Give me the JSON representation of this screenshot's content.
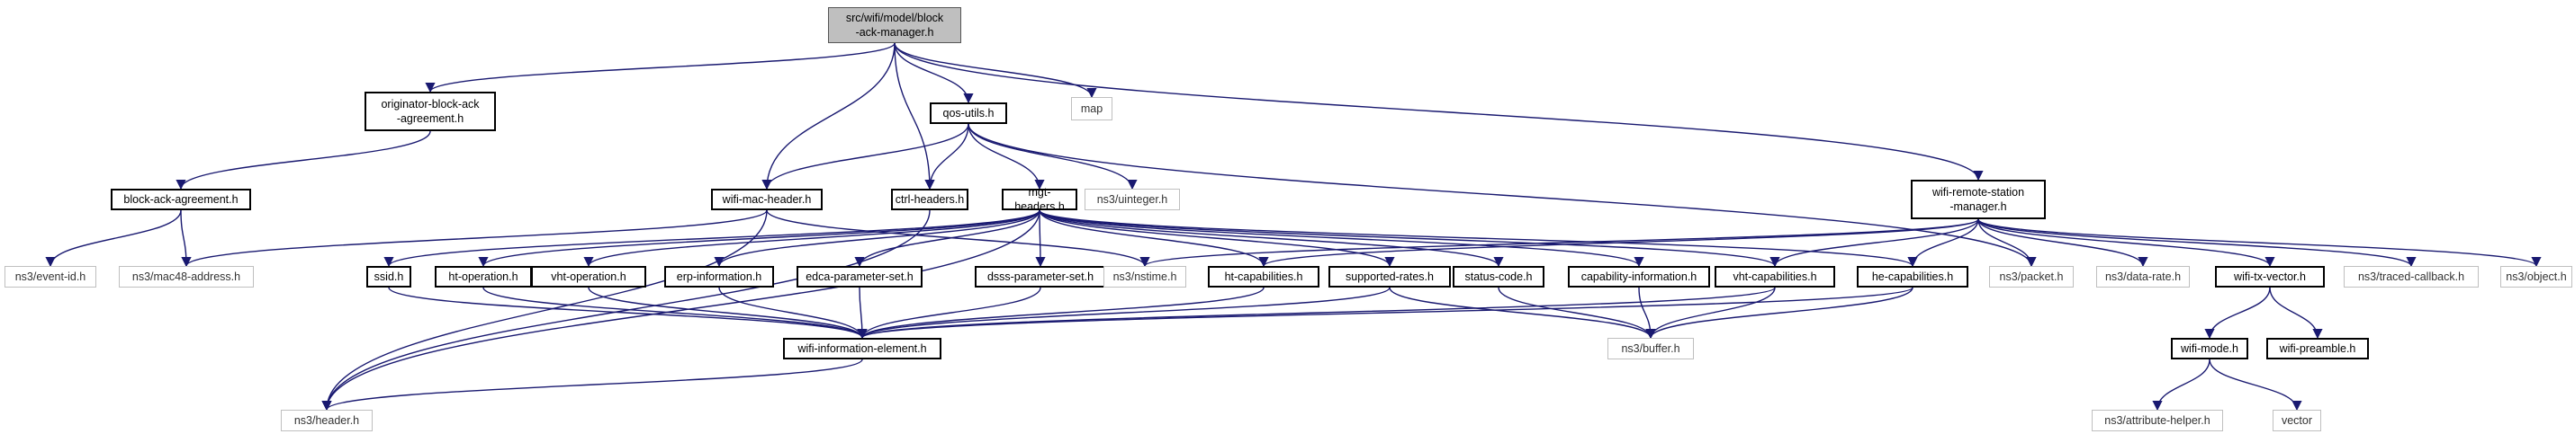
{
  "nodes": [
    {
      "id": "root",
      "label": "src/wifi/model/block\n-ack-manager.h",
      "kind": "root"
    },
    {
      "id": "obaa",
      "label": "originator-block-ack\n-agreement.h",
      "kind": "main"
    },
    {
      "id": "map",
      "label": "map",
      "kind": "ext"
    },
    {
      "id": "qos",
      "label": "qos-utils.h",
      "kind": "main"
    },
    {
      "id": "wrsm",
      "label": "wifi-remote-station\n-manager.h",
      "kind": "main"
    },
    {
      "id": "baa",
      "label": "block-ack-agreement.h",
      "kind": "main"
    },
    {
      "id": "wmh",
      "label": "wifi-mac-header.h",
      "kind": "main"
    },
    {
      "id": "ctrl",
      "label": "ctrl-headers.h",
      "kind": "main"
    },
    {
      "id": "mgt",
      "label": "mgt-headers.h",
      "kind": "main"
    },
    {
      "id": "uint",
      "label": "ns3/uinteger.h",
      "kind": "ext"
    },
    {
      "id": "eid",
      "label": "ns3/event-id.h",
      "kind": "ext"
    },
    {
      "id": "mac48",
      "label": "ns3/mac48-address.h",
      "kind": "ext"
    },
    {
      "id": "ssid",
      "label": "ssid.h",
      "kind": "main"
    },
    {
      "id": "htop",
      "label": "ht-operation.h",
      "kind": "main"
    },
    {
      "id": "vhtop",
      "label": "vht-operation.h",
      "kind": "main"
    },
    {
      "id": "erp",
      "label": "erp-information.h",
      "kind": "main"
    },
    {
      "id": "edca",
      "label": "edca-parameter-set.h",
      "kind": "main"
    },
    {
      "id": "dsss",
      "label": "dsss-parameter-set.h",
      "kind": "main"
    },
    {
      "id": "nstime",
      "label": "ns3/nstime.h",
      "kind": "ext"
    },
    {
      "id": "htcap",
      "label": "ht-capabilities.h",
      "kind": "main"
    },
    {
      "id": "sup",
      "label": "supported-rates.h",
      "kind": "main"
    },
    {
      "id": "status",
      "label": "status-code.h",
      "kind": "main"
    },
    {
      "id": "capinfo",
      "label": "capability-information.h",
      "kind": "main"
    },
    {
      "id": "vhtcap",
      "label": "vht-capabilities.h",
      "kind": "main"
    },
    {
      "id": "hecap",
      "label": "he-capabilities.h",
      "kind": "main"
    },
    {
      "id": "packet",
      "label": "ns3/packet.h",
      "kind": "ext"
    },
    {
      "id": "drate",
      "label": "ns3/data-rate.h",
      "kind": "ext"
    },
    {
      "id": "txv",
      "label": "wifi-tx-vector.h",
      "kind": "main"
    },
    {
      "id": "tcb",
      "label": "ns3/traced-callback.h",
      "kind": "ext"
    },
    {
      "id": "obj",
      "label": "ns3/object.h",
      "kind": "ext"
    },
    {
      "id": "wie",
      "label": "wifi-information-element.h",
      "kind": "main"
    },
    {
      "id": "buffer",
      "label": "ns3/buffer.h",
      "kind": "ext"
    },
    {
      "id": "header",
      "label": "ns3/header.h",
      "kind": "ext"
    },
    {
      "id": "wmode",
      "label": "wifi-mode.h",
      "kind": "main"
    },
    {
      "id": "wpre",
      "label": "wifi-preamble.h",
      "kind": "main"
    },
    {
      "id": "attr",
      "label": "ns3/attribute-helper.h",
      "kind": "ext"
    },
    {
      "id": "vector",
      "label": "vector",
      "kind": "ext"
    }
  ],
  "edges": [
    [
      "root",
      "obaa"
    ],
    [
      "root",
      "map"
    ],
    [
      "root",
      "qos"
    ],
    [
      "root",
      "wrsm"
    ],
    [
      "root",
      "wmh"
    ],
    [
      "root",
      "ctrl"
    ],
    [
      "obaa",
      "baa"
    ],
    [
      "baa",
      "eid"
    ],
    [
      "baa",
      "mac48"
    ],
    [
      "qos",
      "wmh"
    ],
    [
      "qos",
      "ctrl"
    ],
    [
      "qos",
      "mgt"
    ],
    [
      "qos",
      "uint"
    ],
    [
      "qos",
      "packet"
    ],
    [
      "wmh",
      "header"
    ],
    [
      "wmh",
      "mac48"
    ],
    [
      "wmh",
      "nstime"
    ],
    [
      "ctrl",
      "header"
    ],
    [
      "mgt",
      "ssid"
    ],
    [
      "mgt",
      "htop"
    ],
    [
      "mgt",
      "vhtop"
    ],
    [
      "mgt",
      "erp"
    ],
    [
      "mgt",
      "edca"
    ],
    [
      "mgt",
      "dsss"
    ],
    [
      "mgt",
      "htcap"
    ],
    [
      "mgt",
      "sup"
    ],
    [
      "mgt",
      "status"
    ],
    [
      "mgt",
      "capinfo"
    ],
    [
      "mgt",
      "vhtcap"
    ],
    [
      "mgt",
      "hecap"
    ],
    [
      "mgt",
      "header"
    ],
    [
      "wrsm",
      "nstime"
    ],
    [
      "wrsm",
      "htcap"
    ],
    [
      "wrsm",
      "vhtcap"
    ],
    [
      "wrsm",
      "hecap"
    ],
    [
      "wrsm",
      "packet"
    ],
    [
      "wrsm",
      "drate"
    ],
    [
      "wrsm",
      "txv"
    ],
    [
      "wrsm",
      "tcb"
    ],
    [
      "wrsm",
      "obj"
    ],
    [
      "ssid",
      "wie"
    ],
    [
      "htop",
      "wie"
    ],
    [
      "vhtop",
      "wie"
    ],
    [
      "erp",
      "wie"
    ],
    [
      "edca",
      "wie"
    ],
    [
      "dsss",
      "wie"
    ],
    [
      "htcap",
      "wie"
    ],
    [
      "sup",
      "wie"
    ],
    [
      "vhtcap",
      "wie"
    ],
    [
      "hecap",
      "wie"
    ],
    [
      "sup",
      "buffer"
    ],
    [
      "status",
      "buffer"
    ],
    [
      "capinfo",
      "buffer"
    ],
    [
      "vhtcap",
      "buffer"
    ],
    [
      "hecap",
      "buffer"
    ],
    [
      "wie",
      "header"
    ],
    [
      "txv",
      "wmode"
    ],
    [
      "txv",
      "wpre"
    ],
    [
      "wmode",
      "attr"
    ],
    [
      "wmode",
      "vector"
    ]
  ]
}
